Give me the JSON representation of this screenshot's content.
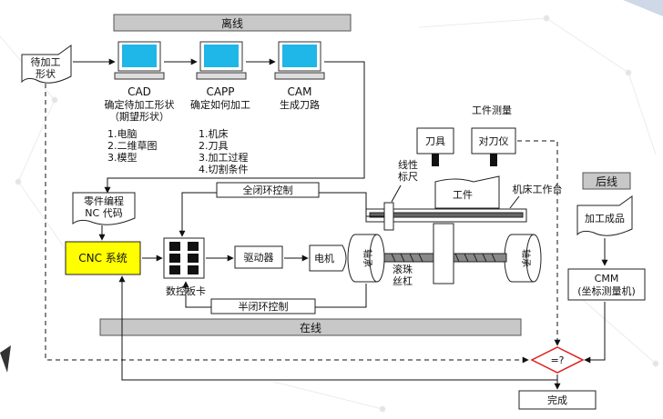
{
  "offline": "离线",
  "online": "在线",
  "backline": "后线",
  "workpiece_shape": [
    "待加工",
    "形状"
  ],
  "cad": {
    "name": "CAD",
    "desc": [
      "确定待加工形状",
      "（期望形状）"
    ],
    "items": [
      "1.电脑",
      "2.二维草图",
      "3.模型"
    ]
  },
  "capp": {
    "name": "CAPP",
    "desc": [
      "确定如何加工"
    ],
    "items": [
      "1.机床",
      "2.刀具",
      "3.加工过程",
      "4.切割条件"
    ]
  },
  "cam": {
    "name": "CAM",
    "desc": [
      "生成刀路"
    ]
  },
  "nc_program": [
    "零件编程",
    "NC 代码"
  ],
  "cnc": "CNC 系统",
  "control_card": "数控板卡",
  "driver": "驱动器",
  "motor": "电机",
  "full_loop": "全闭环控制",
  "semi_loop": "半闭环控制",
  "measure": "工件测量",
  "tool": "刀具",
  "tool_setter": "对刀仪",
  "linear_scale": [
    "线性",
    "标尺"
  ],
  "workpiece": "工件",
  "table": "机床工作台",
  "bearing": "轴承",
  "ballscrew": [
    "滚珠",
    "丝杠"
  ],
  "finished": "加工成品",
  "cmm": [
    "CMM",
    "(坐标测量机)"
  ],
  "compare": "=?",
  "done": "完成",
  "colors": {
    "cnc_fill": "#ffff00",
    "bar_fill": "#c8c8c8",
    "compare_stroke": "#e02020",
    "screen": "#1fb6e8"
  }
}
